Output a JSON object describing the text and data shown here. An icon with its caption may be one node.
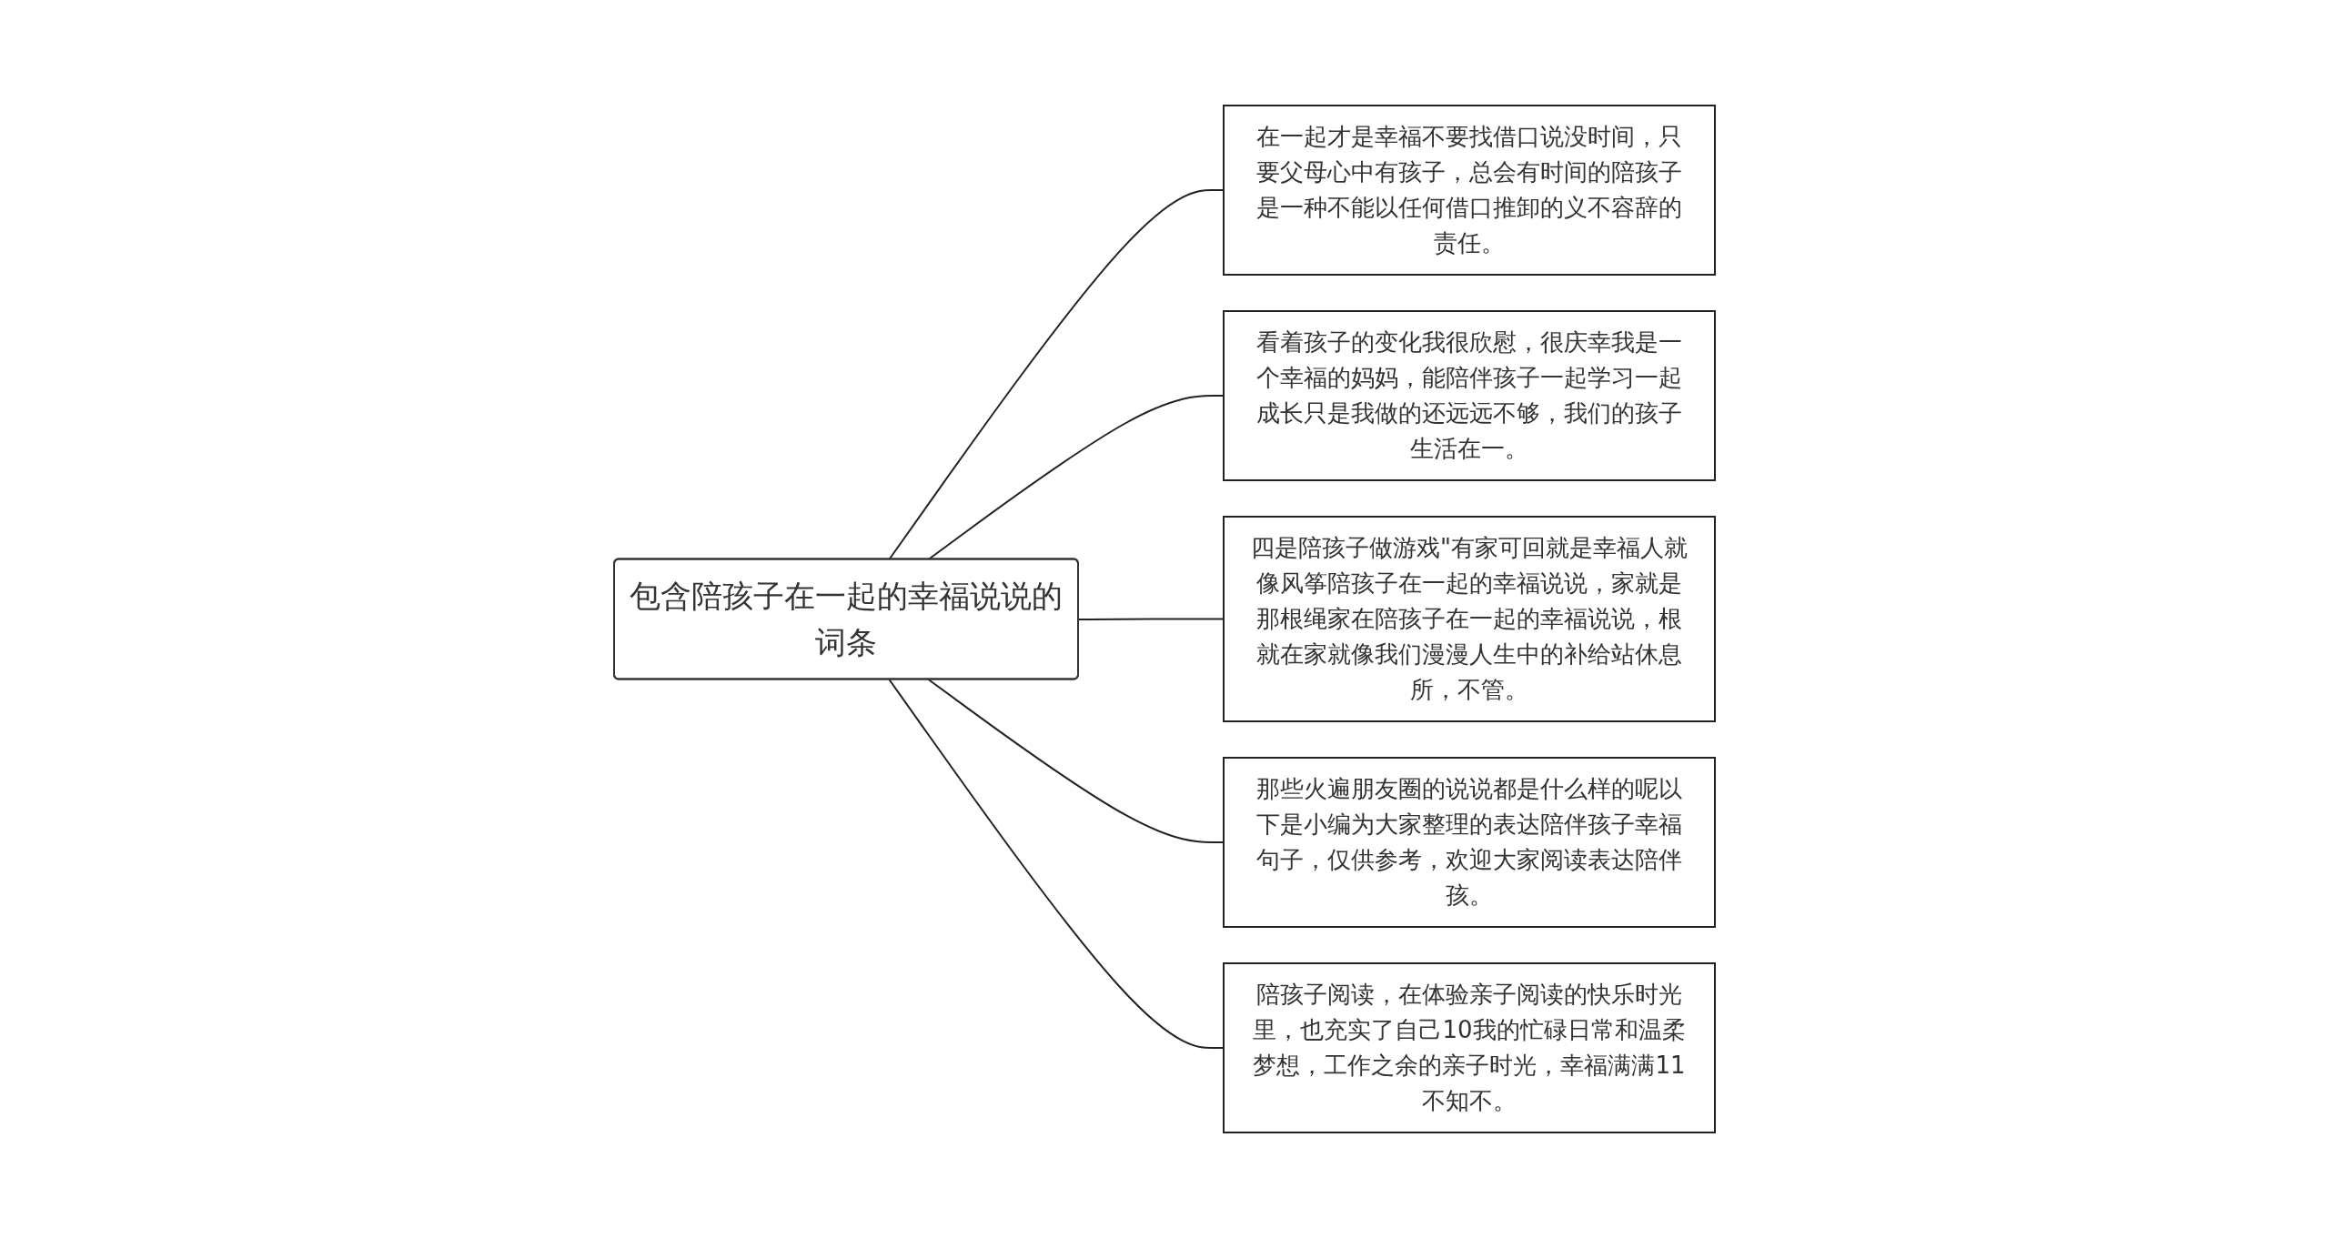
{
  "diagram": {
    "nodes": [
      {
        "text": [
          "包含陪孩子在一起的幸福说说的词条"
        ]
      },
      {
        "text": [
          "在一起才是幸福不要找借口说没时间，只要父母心中有孩子，总会有时间的陪孩子是一种不能以任何借口推卸的义不容辞的责任。"
        ]
      },
      {
        "text": [
          "看着孩子的变化我很欣慰，很庆幸我是一个幸福的妈妈，能陪伴孩子一起学习一起成长只是我做的还远远不够，我们的孩子生活在一。"
        ]
      },
      {
        "text": [
          "四是陪孩子做游戏\"有家可回就是幸福人就像风筝陪孩子在一起的幸福说说，家就是那根绳家在陪孩子在一起的幸福说说，根就在家就像我们漫漫人生中的补给站休息所，不管。"
        ]
      },
      {
        "text": [
          "那些火遍朋友圈的说说都是什么样的呢以下是小编为大家整理的表达陪伴孩子幸福句子，仅供参考，欢迎大家阅读表达陪伴孩。"
        ]
      },
      {
        "text": [
          "陪孩子阅读，在体验亲子阅读的快乐时光里，也充实了自己10我的忙碌日常和温柔梦想，工作之余的亲子时光，幸福满满11不知不。"
        ]
      }
    ],
    "edges": [
      {
        "from": 0,
        "to": 1,
        "arrow": "none"
      },
      {
        "from": 0,
        "to": 2,
        "arrow": "none"
      },
      {
        "from": 0,
        "to": 3,
        "arrow": "none"
      },
      {
        "from": 0,
        "to": 4,
        "arrow": "none"
      },
      {
        "from": 0,
        "to": 5,
        "arrow": "none"
      }
    ]
  }
}
